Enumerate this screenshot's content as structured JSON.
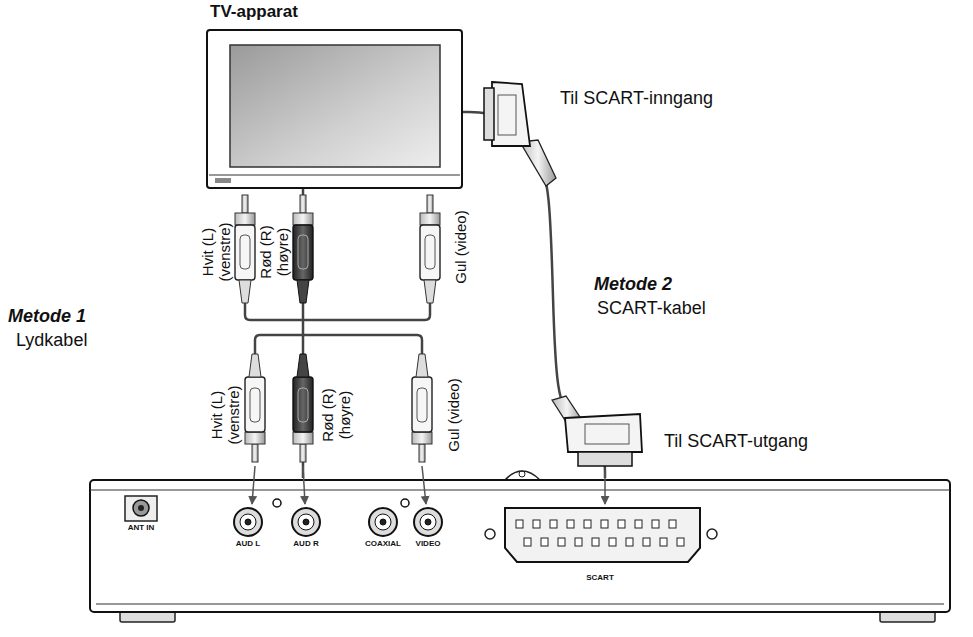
{
  "diagram": {
    "nodes": [
      {
        "text": [
          "TV-apparat"
        ]
      },
      {
        "text": [
          "ANT IN",
          "AUD L",
          "AUD R",
          "COAXIAL",
          "VIDEO",
          "SCART"
        ]
      }
    ],
    "edges": [
      {
        "from": 0,
        "to": 1,
        "arrow": "none"
      },
      {
        "from": 0,
        "to": 1,
        "arrow": "none"
      }
    ],
    "labels": [
      "Metode 1",
      "Lydkabel",
      "Metode 2",
      "SCART-kabel",
      "Til SCART-inngang",
      "Til SCART-utgang",
      "Hvit (L) (venstre)",
      "Hvit (L) (venstre)",
      "Rød (R) (høyre)",
      "Rød (R) (høyre)",
      "Gul (video)",
      "Gul (video)"
    ]
  }
}
